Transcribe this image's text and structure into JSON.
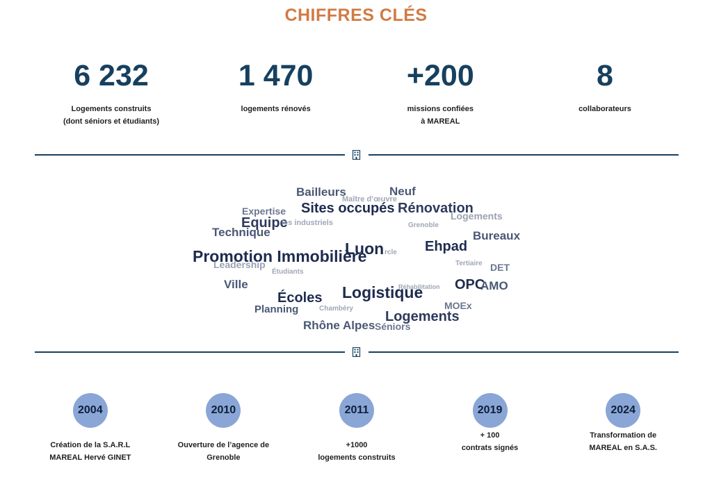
{
  "header": {
    "title": "CHIFFRES CLÉS"
  },
  "stats": [
    {
      "value": "6 232",
      "label": "Logements construits\n(dont séniors et étudiants)"
    },
    {
      "value": "1 470",
      "label": "logements rénovés"
    },
    {
      "value": "+200",
      "label": "missions confiées\nà MAREAL"
    },
    {
      "value": "8",
      "label": "collaborateurs"
    }
  ],
  "divider": {
    "icon": "building-icon",
    "color": "#17405f"
  },
  "word_cloud": {
    "words": [
      "Bailleurs",
      "Neuf",
      "Maître d’œuvre",
      "Expertise",
      "Sites occupés",
      "Rénovation",
      "Logements",
      "Equipe",
      "les industriels",
      "Grenoble",
      "Technique",
      "Bureaux",
      "Promotion Immobilière",
      "Luon",
      "rcle",
      "Ehpad",
      "Leadership",
      "Tertiaire",
      "DET",
      "Étudiants",
      "Ville",
      "OPC",
      "AMO",
      "Réhabilitation",
      "Logistique",
      "Écoles",
      "MOEx",
      "Chambéry",
      "Planning",
      "Logements",
      "Rhône Alpes",
      "Séniors"
    ]
  },
  "timeline": [
    {
      "year": "2004",
      "text": "Création de la S.A.R.L\nMAREAL Hervé GINET"
    },
    {
      "year": "2010",
      "text": "Ouverture de l’agence de\nGrenoble"
    },
    {
      "year": "2011",
      "text": "+1000\nlogements construits"
    },
    {
      "year": "2019",
      "text": "+ 100\ncontrats signés"
    },
    {
      "year": "2024",
      "text": "Transformation de\nMAREAL en S.A.S."
    }
  ],
  "colors": {
    "accent": "#d07b45",
    "primary": "#17405f",
    "circle": "#8aa6d6"
  }
}
